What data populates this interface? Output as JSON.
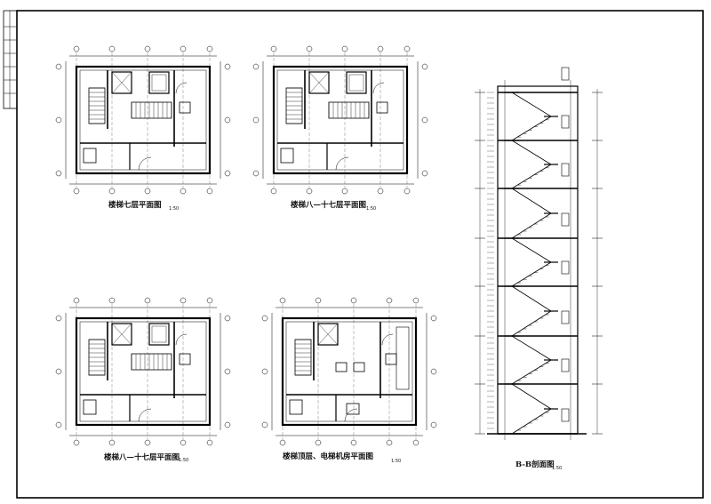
{
  "sheet": {
    "plans": [
      {
        "title": "楼梯七层平面图",
        "scale": "1:50"
      },
      {
        "title": "楼梯八—十七层平面图",
        "scale": "1:50"
      },
      {
        "title": "楼梯八—十七层平面图",
        "scale": "1:50"
      },
      {
        "title": "楼梯顶层、电梯机房平面图",
        "scale": "1:50"
      }
    ],
    "section": {
      "title": "B-B剖面图",
      "scale": "1:50"
    }
  }
}
